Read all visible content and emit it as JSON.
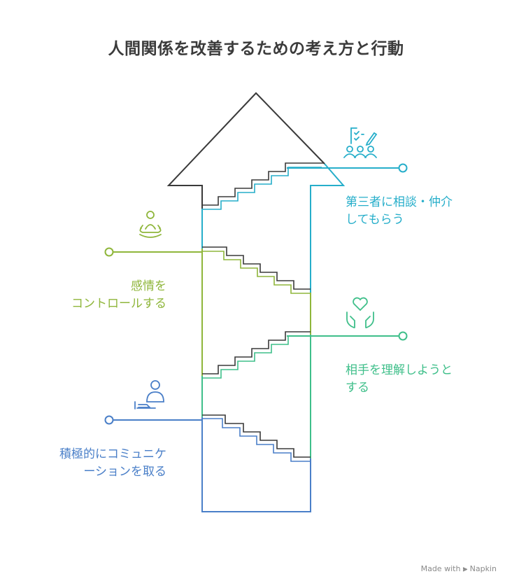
{
  "title": "人間関係を改善するための考え方と行動",
  "colors": {
    "outline": "#3a3a3a",
    "teal": "#26aeca",
    "lime": "#8fb63b",
    "green": "#3fbf8a",
    "blue": "#4a7fc8"
  },
  "steps": [
    {
      "id": "third-party",
      "icon": "mediation-icon",
      "color": "teal",
      "line1": "第三者に相談・仲介",
      "line2": "してもらう"
    },
    {
      "id": "emotion",
      "icon": "meditation-icon",
      "color": "lime",
      "line1": "感情を",
      "line2": "コントロールする"
    },
    {
      "id": "understand",
      "icon": "heart-hands-icon",
      "color": "green",
      "line1": "相手を理解しようと",
      "line2": "する"
    },
    {
      "id": "communicate",
      "icon": "person-communicate-icon",
      "color": "blue",
      "line1": "積極的にコミュニケ",
      "line2": "ーションを取る"
    }
  ],
  "brand": {
    "made_with": "Made with",
    "name": "Napkin"
  }
}
